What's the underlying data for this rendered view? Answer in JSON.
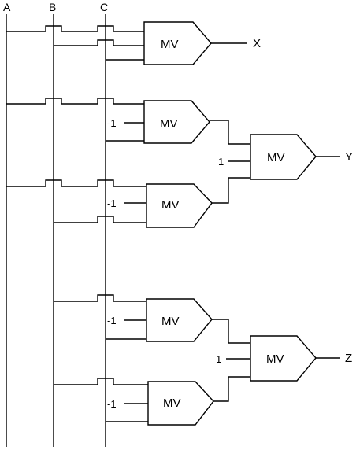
{
  "buses": [
    {
      "id": "A",
      "label": "A"
    },
    {
      "id": "B",
      "label": "B"
    },
    {
      "id": "C",
      "label": "C"
    }
  ],
  "gate_label": "MV",
  "gates": [
    {
      "id": "g1",
      "label": "MV"
    },
    {
      "id": "g2",
      "label": "MV"
    },
    {
      "id": "g3",
      "label": "MV"
    },
    {
      "id": "gY",
      "label": "MV"
    },
    {
      "id": "g4",
      "label": "MV"
    },
    {
      "id": "g5",
      "label": "MV"
    },
    {
      "id": "gZ",
      "label": "MV"
    }
  ],
  "constants": {
    "neg_one": "-1",
    "one": "1"
  },
  "outputs": {
    "x": "X",
    "y": "Y",
    "z": "Z"
  }
}
